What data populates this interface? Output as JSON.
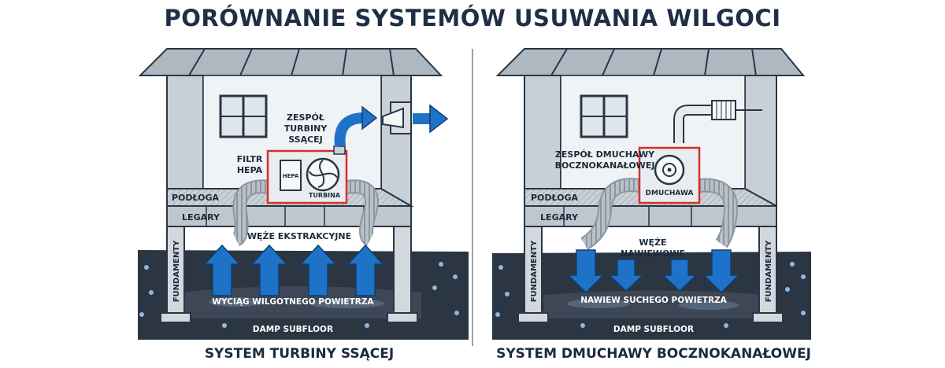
{
  "title": "PORÓWNANIE SYSTEMÓW USUWANIA WILGOCI",
  "left": {
    "caption": "SYSTEM TURBINY SSĄCEJ",
    "turbine_unit": [
      "ZESPÓŁ",
      "TURBINY",
      "SSĄCEJ"
    ],
    "filter_label": [
      "FILTR",
      "HEPA"
    ],
    "hepa_tag": "HEPA",
    "turbine_tag": "TURBINA",
    "floor": "PODŁOGA",
    "joists": "LEGARY",
    "hoses": "WĘŻE EKSTRAKCYJNE",
    "foundation": "FUNDAMENTY",
    "airflow": "WYCIĄG WILGOTNEGO POWIETRZA",
    "subfloor": "DAMP SUBFLOOR"
  },
  "right": {
    "caption": "SYSTEM DMUCHAWY BOCZNOKANAŁOWEJ",
    "blower_unit": [
      "ZESPÓŁ DMUCHAWY",
      "BOCZNOKANAŁOWEJ"
    ],
    "blower_tag": "DMUCHAWA",
    "floor": "PODŁOGA",
    "joists": "LEGARY",
    "hoses": [
      "WĘŻE",
      "NAWIEWOWE"
    ],
    "foundation": "FUNDAMENTY",
    "airflow": "NAWIEW SUCHEGO POWIETRZA",
    "subfloor": "DAMP SUBFLOOR"
  },
  "colors": {
    "accent_blue": "#1e73c8",
    "frame_red": "#d3322d",
    "ink": "#1c2a3c"
  }
}
